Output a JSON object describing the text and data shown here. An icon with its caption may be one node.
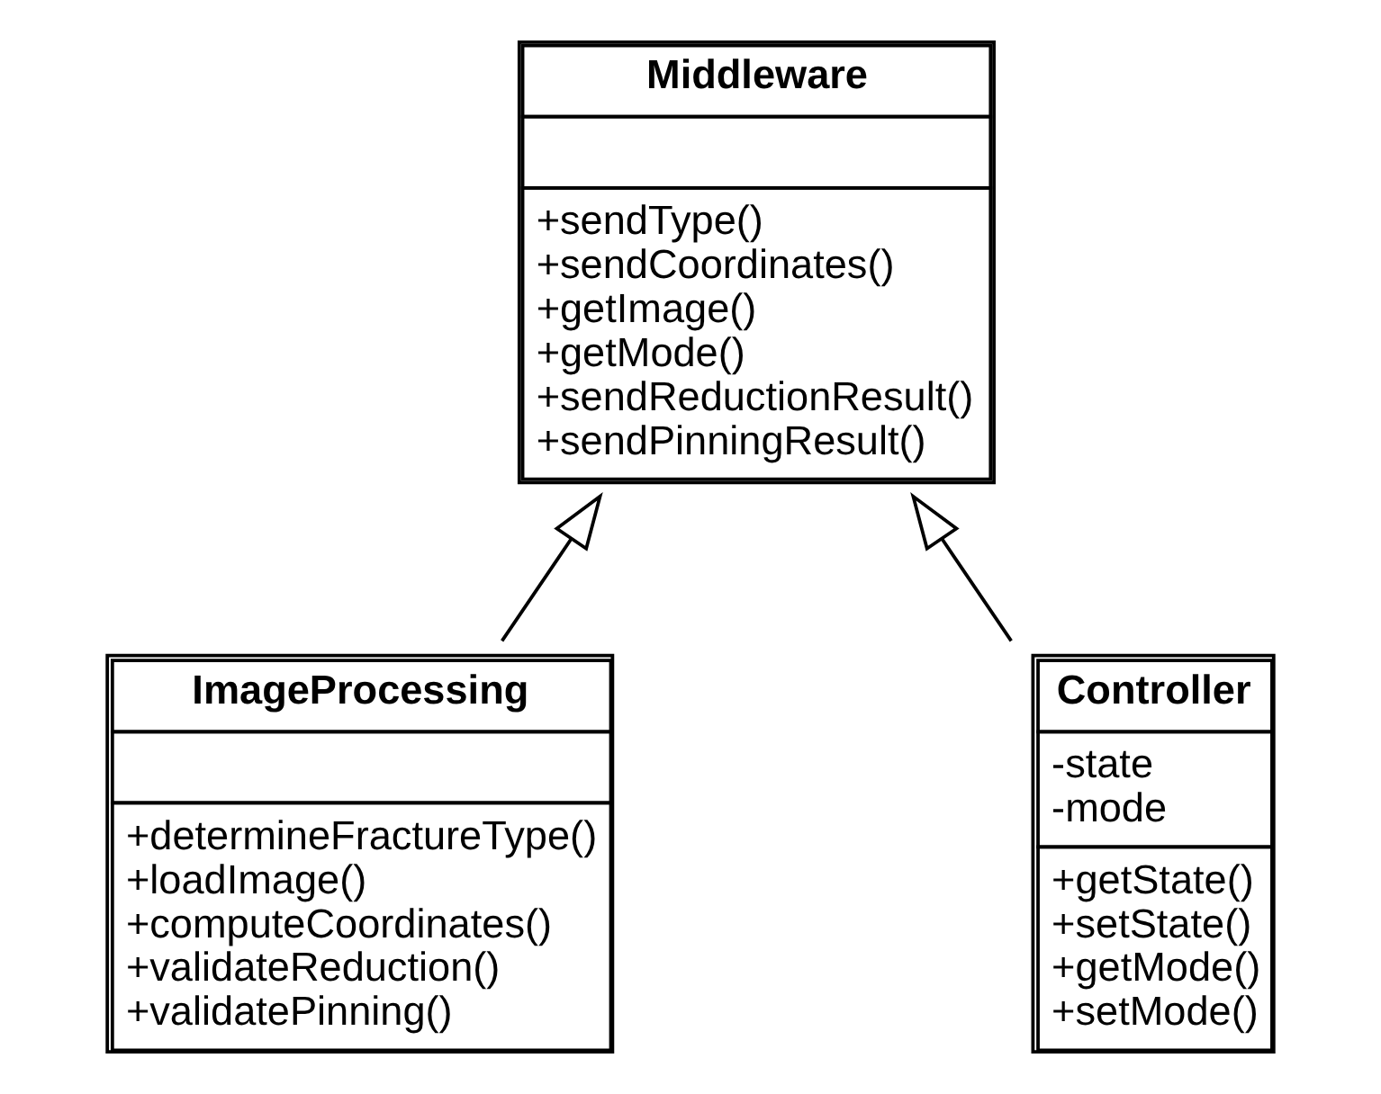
{
  "diagram": {
    "nodes": [
      {
        "text": [
          "Middleware",
          "+sendType()",
          "+sendCoordinates()",
          "+getImage()",
          "+getMode()",
          "+sendReductionResult()",
          "+sendPinningResult()"
        ]
      },
      {
        "text": [
          "ImageProcessing",
          "+determineFractureType()",
          "+loadImage()",
          "+computeCoordinates()",
          "+validateReduction()",
          "+validatePinning()"
        ]
      },
      {
        "text": [
          "Controller",
          "-state",
          "-mode",
          "+getState()",
          "+setState()",
          "+getMode()",
          "+setMode()"
        ]
      }
    ],
    "edges": [
      {
        "from": 1,
        "to": 0,
        "arrow": "to"
      },
      {
        "from": 2,
        "to": 0,
        "arrow": "to"
      }
    ]
  }
}
